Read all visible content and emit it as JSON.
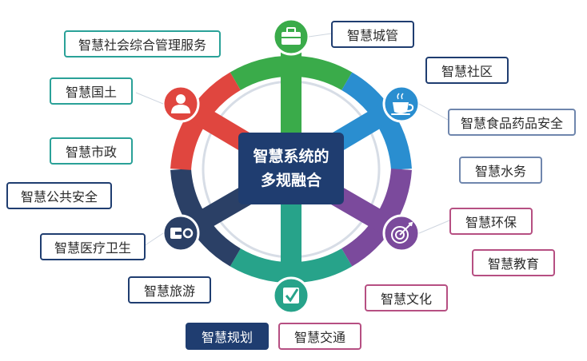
{
  "center": {
    "line1": "智慧系统的",
    "line2": "多规融合"
  },
  "labels": {
    "shehui": "智慧社会综合管理服务",
    "guotu": "智慧国土",
    "shizheng": "智慧市政",
    "gonggong": "智慧公共安全",
    "yiliao": "智慧医疗卫生",
    "lvyou": "智慧旅游",
    "guihua": "智慧规划",
    "jiaotong": "智慧交通",
    "wenhua": "智慧文化",
    "jiaoyu": "智慧教育",
    "huanbao": "智慧环保",
    "shuiwu": "智慧水务",
    "shipin": "智慧食品药品安全",
    "shequ": "智慧社区",
    "chengguan": "智慧城管"
  },
  "hub_icons": [
    "briefcase-icon",
    "coffee-cup-icon",
    "target-icon",
    "checkbox-icon",
    "link-icon",
    "user-icon"
  ],
  "colors": {
    "green": "#3aab4a",
    "blue": "#2a8ed0",
    "purple": "#7b4a9c",
    "teal": "#27a38a",
    "navy": "#2b4066",
    "red": "#e0463f"
  }
}
